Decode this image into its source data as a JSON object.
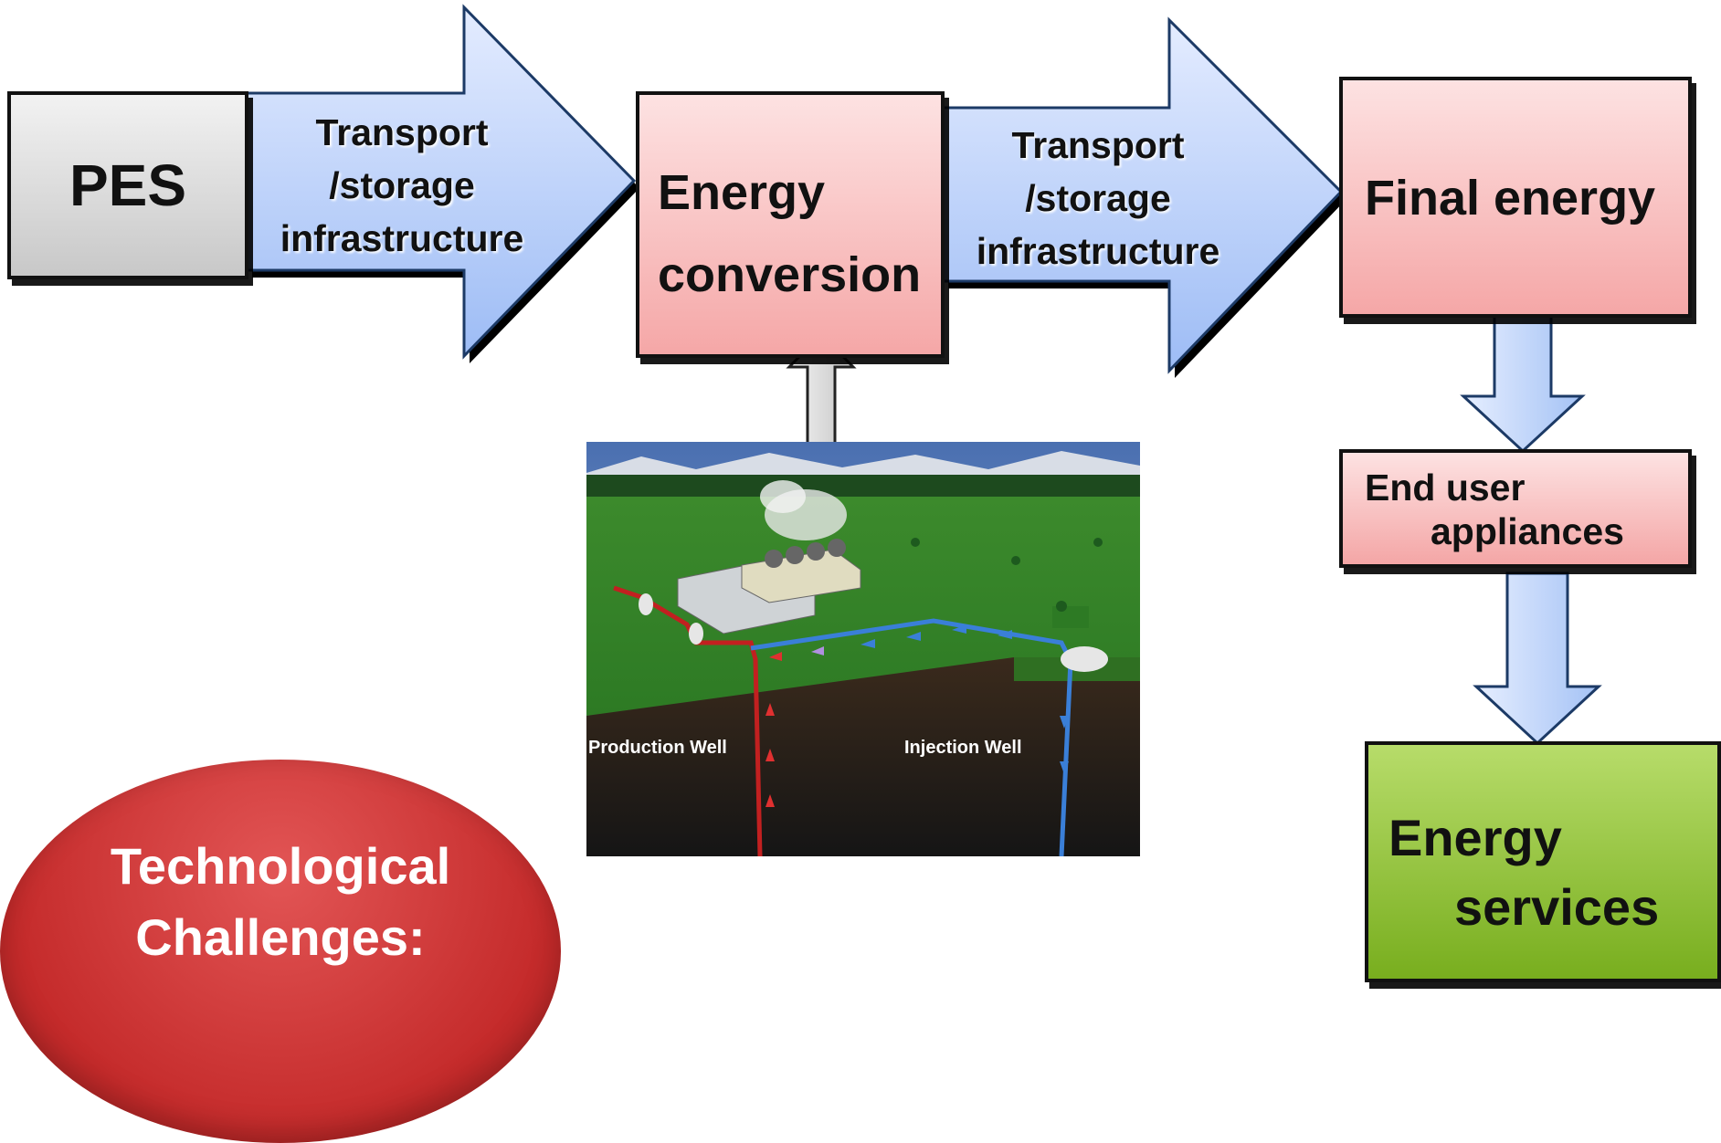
{
  "nodes": {
    "pes": "PES",
    "conversion": [
      "Energy",
      "conversion"
    ],
    "final": "Final energy",
    "end_user": [
      "End user",
      "appliances"
    ],
    "services": [
      "Energy",
      "services"
    ]
  },
  "arrows": {
    "transport1": [
      "Transport",
      "/storage",
      "infrastructure"
    ],
    "transport2": [
      "Transport",
      "/storage",
      "infrastructure"
    ]
  },
  "image": {
    "production_label": "Production  Well",
    "injection_label": "Injection  Well"
  },
  "callout": {
    "lines": [
      "Technological",
      "Challenges:"
    ]
  },
  "colors": {
    "arrow_blue_light": "#e4ecff",
    "arrow_blue_dark": "#9dbcf5",
    "box_pink": "#f5a7a7",
    "box_green": "#78ae1e",
    "callout_red": "#c42a2a"
  }
}
